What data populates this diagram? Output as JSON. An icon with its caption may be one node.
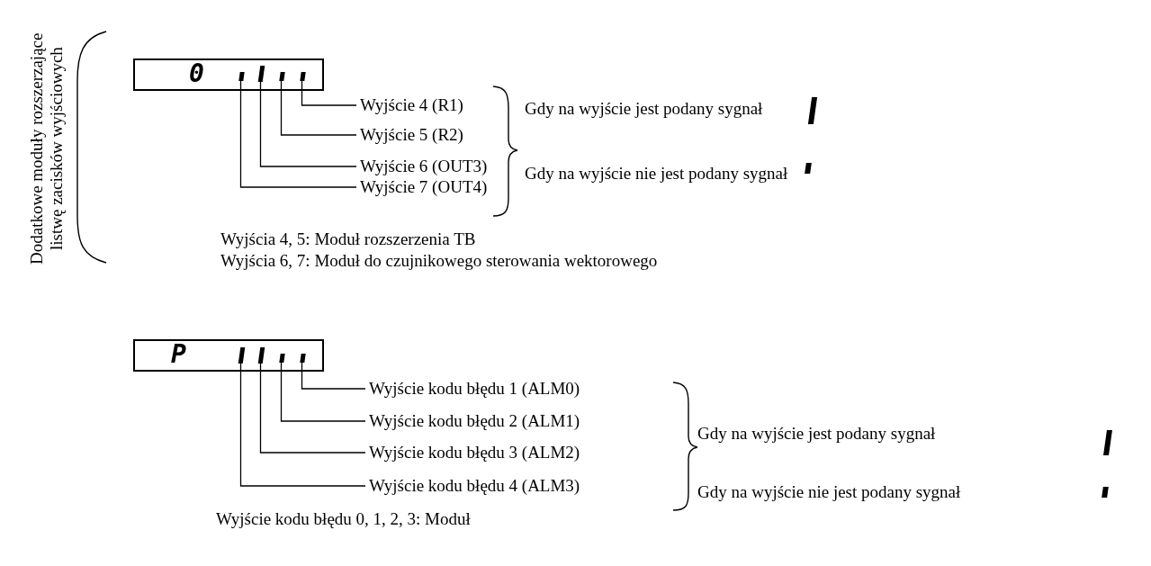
{
  "diagram": {
    "nodes": [
      {
        "text": [
          "0"
        ]
      },
      {
        "text": [],
        "shape": "bar",
        "in": 0
      },
      {
        "text": [],
        "shape": "bar",
        "in": 0
      },
      {
        "text": [],
        "shape": "bar",
        "in": 0
      },
      {
        "text": [],
        "shape": "bar",
        "in": 0
      },
      {
        "text": [
          "Wyjście 4 (R1)"
        ]
      },
      {
        "text": [
          "Wyjście 5 (R2)"
        ]
      },
      {
        "text": [
          "Wyjście 6 (OUT3)"
        ]
      },
      {
        "text": [
          "Wyjście 7 (OUT4)"
        ]
      },
      {
        "text": [
          "P"
        ]
      },
      {
        "text": [],
        "shape": "bar",
        "in": 9
      },
      {
        "text": [],
        "shape": "bar",
        "in": 9
      },
      {
        "text": [],
        "shape": "bar",
        "in": 9
      },
      {
        "text": [],
        "shape": "bar",
        "in": 9
      },
      {
        "text": [
          "Wyjście kodu błędu 1 (ALM0)"
        ]
      },
      {
        "text": [
          "Wyjście kodu błędu 2 (ALM1)"
        ]
      },
      {
        "text": [
          "Wyjście kodu błędu 3 (ALM2)"
        ]
      },
      {
        "text": [
          "Wyjście kodu błędu 4 (ALM3)"
        ]
      }
    ],
    "edges": [
      {
        "from": 5,
        "to": 4,
        "arrow": "none"
      },
      {
        "from": 6,
        "to": 3,
        "arrow": "none"
      },
      {
        "from": 7,
        "to": 2,
        "arrow": "none"
      },
      {
        "from": 8,
        "to": 1,
        "arrow": "none"
      },
      {
        "from": 14,
        "to": 13,
        "arrow": "none"
      },
      {
        "from": 15,
        "to": 12,
        "arrow": "none"
      },
      {
        "from": 16,
        "to": 11,
        "arrow": "none"
      },
      {
        "from": 17,
        "to": 10,
        "arrow": "none"
      }
    ],
    "labels": [
      "Dodatkowe moduły rozszerzające listwę zacisków wyjściowych",
      "Gdy na wyjście jest podany sygnał",
      "Gdy na wyjście nie jest podany sygnał",
      "Wyjścia 4, 5: Moduł rozszerzenia TB",
      "Wyjścia 6, 7: Moduł do czujnikowego sterowania wektorowego",
      "Gdy na wyjście jest podany sygnał",
      "Gdy na wyjście nie jest podany sygnał",
      "Wyjście kodu błędu 0, 1, 2, 3: Moduł"
    ]
  }
}
